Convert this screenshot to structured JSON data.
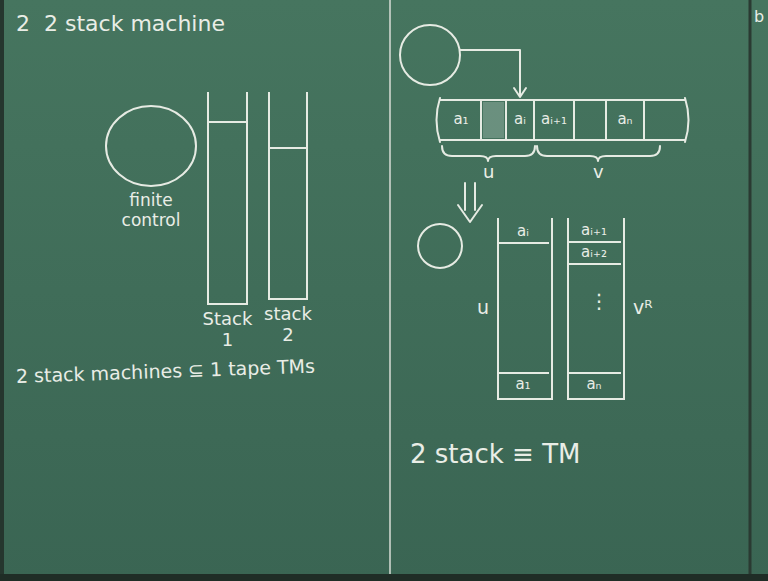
{
  "diagram": {
    "title": "2 stack machine",
    "nodes": [
      {
        "text": [
          "finite control"
        ]
      },
      {
        "text": [
          "Stack 1"
        ]
      },
      {
        "text": [
          "stack 2"
        ]
      },
      {
        "text": [
          "a₁"
        ]
      },
      {
        "text": [
          "aᵢ"
        ]
      },
      {
        "text": [
          "aᵢ₊₁"
        ]
      },
      {
        "text": [
          "aₙ"
        ]
      },
      {
        "text": [
          "u"
        ]
      },
      {
        "text": [
          "aᵢ"
        ],
        "in": 7
      },
      {
        "text": [
          "a₁"
        ],
        "in": 7
      },
      {
        "text": [
          "vᴿ"
        ]
      },
      {
        "text": [
          "aᵢ₊₁"
        ],
        "in": 10
      },
      {
        "text": [
          "aᵢ₊₂"
        ],
        "in": 10
      },
      {
        "text": [
          "aₙ"
        ],
        "in": 10
      }
    ],
    "labels": [
      "2",
      "2 stack machines ⊆ 1 tape TMs",
      "u",
      "v",
      "⋮",
      "2 stack ≡ TM",
      "b"
    ]
  }
}
